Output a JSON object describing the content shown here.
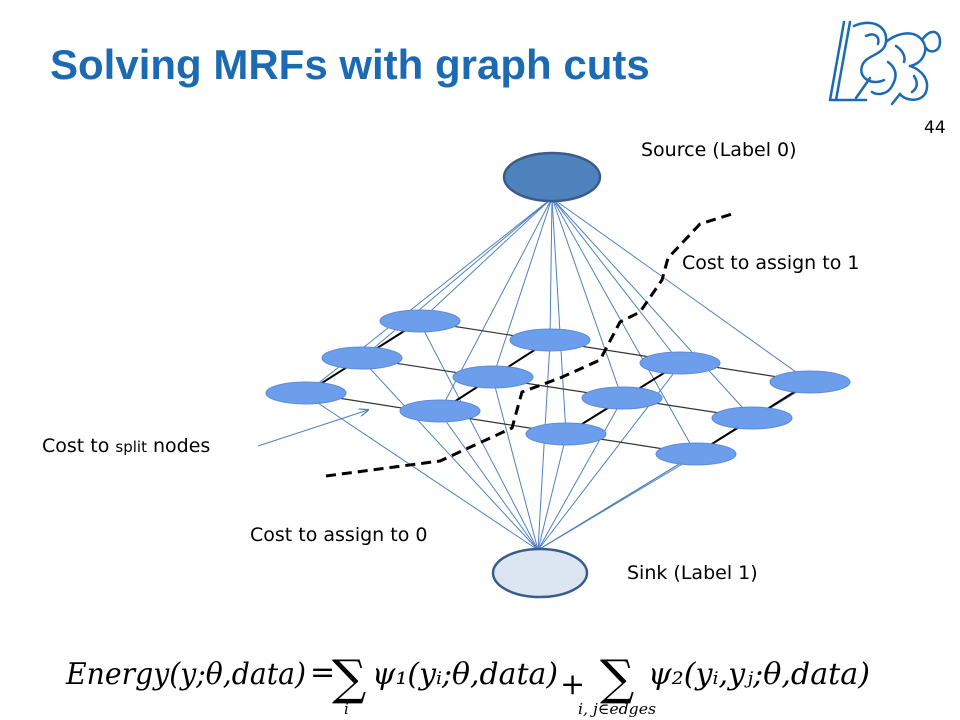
{
  "slide": {
    "title": "Solving MRFs with graph cuts",
    "page_number": "44"
  },
  "labels": {
    "source": "Source (Label 0)",
    "sink": "Sink (Label 1)",
    "cost_assign_1": "Cost to assign to 1",
    "cost_assign_0": "Cost to assign to 0",
    "cost_split_prefix": "Cost to ",
    "cost_split_word": "split",
    "cost_split_suffix": " nodes"
  },
  "formula": {
    "lhs": "Energy(y;θ,data)",
    "equals": "=",
    "sum1_index": "i",
    "term1": "ψ₁(yᵢ;θ,data)",
    "plus": "+",
    "sum2_index": "i, j∈edges",
    "term2": "ψ₂(yᵢ,yⱼ;θ,data)"
  },
  "colors": {
    "title": "#1c6bb2",
    "source_fill": "#4f81bd",
    "sink_fill": "#dce6f2",
    "node_fill": "#6d9eeb",
    "link": "#4f81bd"
  },
  "icons": {
    "logo": "ctu-lion-logo-icon"
  }
}
